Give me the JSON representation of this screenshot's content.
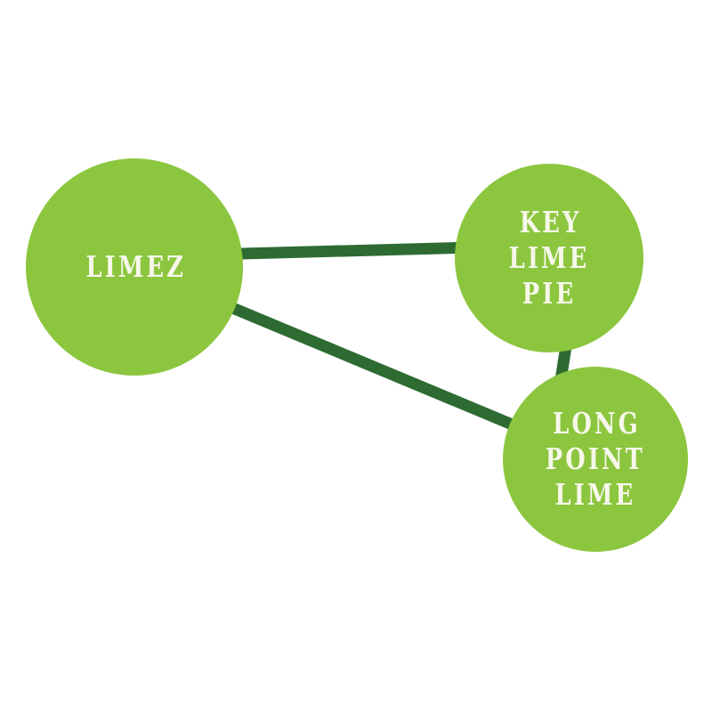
{
  "graph": {
    "background_color": "#ffffff",
    "node_color": "#8cc63f",
    "edge_color": "#2d6b33",
    "label_color": "#f7f7ea",
    "nodes": [
      {
        "id": "limez",
        "label": "LIMEZ"
      },
      {
        "id": "key-lime-pie",
        "label": "KEY LIME\nPIE"
      },
      {
        "id": "long-point-lime",
        "label": "LONG\nPOINT\nLIME"
      }
    ],
    "edges": [
      {
        "source": "limez",
        "target": "key-lime-pie"
      },
      {
        "source": "limez",
        "target": "long-point-lime"
      },
      {
        "source": "key-lime-pie",
        "target": "long-point-lime"
      }
    ]
  }
}
